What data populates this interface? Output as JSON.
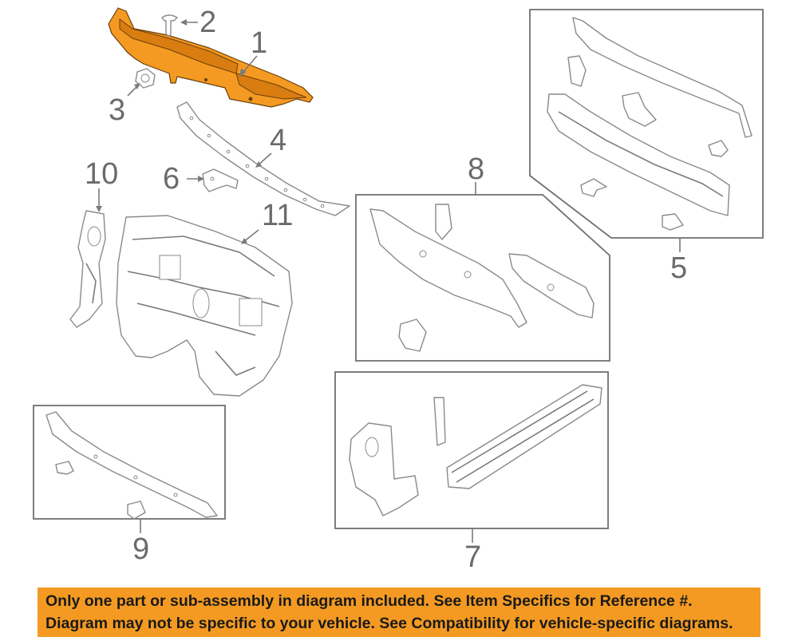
{
  "callouts": {
    "c1": "1",
    "c2": "2",
    "c3": "3",
    "c4": "4",
    "c5": "5",
    "c6": "6",
    "c7": "7",
    "c8": "8",
    "c9": "9",
    "c10": "10",
    "c11": "11"
  },
  "highlight_color": "#f49a22",
  "banner": {
    "line1": "Only one part or sub-assembly in diagram included. See Item Specifics for Reference #.",
    "line2": "Diagram may not be specific to your vehicle. See Compatibility for vehicle-specific diagrams."
  }
}
